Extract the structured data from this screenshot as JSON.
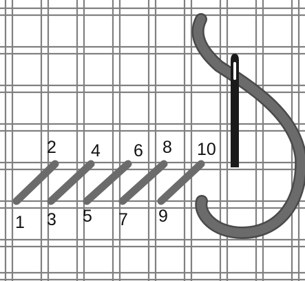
{
  "colors": {
    "background": "#ffffff",
    "grid_line": "#808080",
    "stitch": "#6b6b6b",
    "thread": "#6b6b6b",
    "thread_outline": "#4a4a4a",
    "needle": "#1a1a1a",
    "number_text": "#111111"
  },
  "stitch_points": {
    "lower_labels": [
      "1",
      "3",
      "5",
      "7",
      "9"
    ],
    "upper_labels": [
      "2",
      "4",
      "6",
      "8",
      "10"
    ]
  },
  "icons": [
    "needle-icon",
    "thread-icon"
  ]
}
